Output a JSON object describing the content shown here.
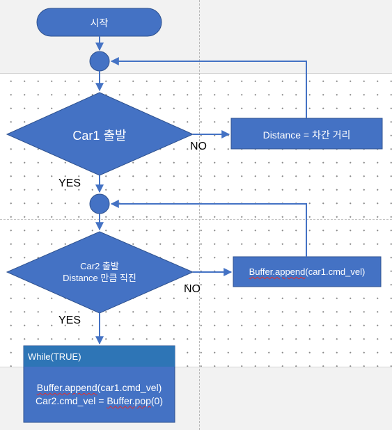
{
  "diagram": {
    "start": "시작",
    "decision1": "Car1 출발",
    "process1": "Distance = 차간 거리",
    "decision2": {
      "line1": "Car2 출발",
      "line2": "Distance 만큼 직진"
    },
    "process2": {
      "word": "Buffer.append",
      "rest": "(car1.cmd_vel)"
    },
    "loop": {
      "header": "While(TRUE)",
      "line1_word": "Buffer.append",
      "line1_rest": "(car1.cmd_vel)",
      "line2_pre": "Car2.cmd_vel = ",
      "line2_word": "Buffer.pop",
      "line2_rest": "(0)"
    },
    "labels": {
      "no1": "NO",
      "yes1": "YES",
      "no2": "NO",
      "yes2": "YES"
    }
  },
  "colors": {
    "shape_fill": "#4472c4",
    "shape_stroke": "#2f528f",
    "loop_header": "#2e75b6",
    "connector": "#4472c4"
  }
}
